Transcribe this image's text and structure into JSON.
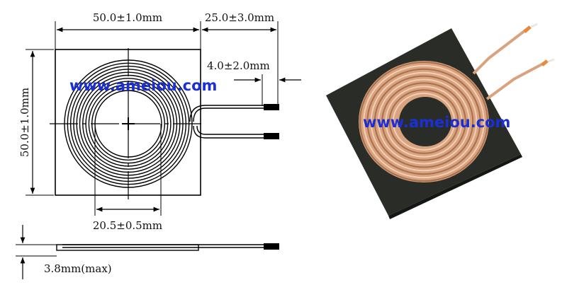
{
  "drawing": {
    "dim_top_width": "50.0±1.0mm",
    "dim_lead_length": "25.0±3.0mm",
    "dim_lead_offset": "4.0±2.0mm",
    "dim_side_height": "50.0±1.0mm",
    "dim_inner_diameter": "20.5±0.5mm",
    "dim_thickness": "3.8mm(max)",
    "watermark": "www.ameiou.com"
  },
  "photo": {
    "watermark": "www.ameiou.com"
  },
  "colors": {
    "watermark": "#1a2fd6",
    "ferrite": "#2a2d27",
    "copper": "#d9a37f",
    "copper_light": "#f0cfb6",
    "copper_dark": "#a8704c"
  },
  "icons": {
    "arrow": "arrowhead-icon"
  }
}
